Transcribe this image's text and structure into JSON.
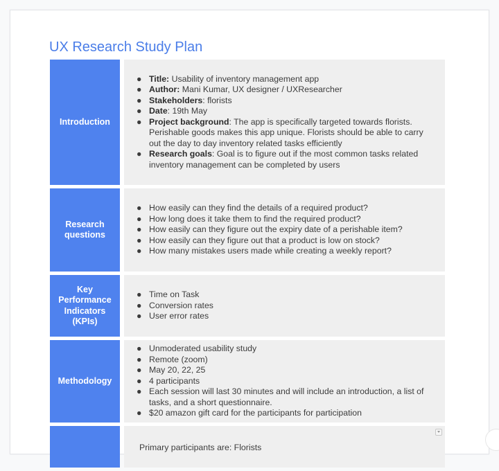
{
  "document": {
    "title": "UX Research Study Plan"
  },
  "sections": {
    "introduction": {
      "label": "Introduction",
      "items": [
        {
          "bold": "Title:",
          "text": " Usability of inventory management app"
        },
        {
          "bold": "Author:",
          "text": " Mani Kumar, UX designer / UXResearcher"
        },
        {
          "bold": "Stakeholders",
          "text": ": florists"
        },
        {
          "bold": "Date",
          "text": ": 19th May"
        },
        {
          "bold": "Project background",
          "text": ": The app is specifically targeted towards florists. Perishable goods makes this app unique. Florists should be able to carry out the day to day inventory related tasks efficiently"
        },
        {
          "bold": "Research goals",
          "text": ": Goal is to figure out if the most common tasks related inventory management can be completed by users"
        }
      ]
    },
    "research_questions": {
      "label": "Research questions",
      "items": [
        "How easily can they find the details of a required product?",
        "How long does it take them to find the required product?",
        "How easily can they figure out the expiry date of a perishable item?",
        "How easily can they figure out that a product is low on stock?",
        "How many mistakes users made while creating a weekly report?"
      ]
    },
    "kpis": {
      "label": "Key Performance Indicators (KPIs)",
      "items": [
        "Time on Task",
        "Conversion rates",
        "User error rates"
      ]
    },
    "methodology": {
      "label": "Methodology",
      "items": [
        "Unmoderated usability study",
        "Remote (zoom)",
        "May 20, 22, 25",
        "4 participants",
        "Each session will last 30 minutes and will include an introduction, a list of tasks, and a short questionnaire.",
        "$20 amazon gift card for the participants for participation"
      ]
    },
    "participants": {
      "cut_text": "Primary participants are: Florists"
    }
  },
  "bullet_glyph": "●",
  "colors": {
    "title": "#4a7de8",
    "label_bg": "#4f82ee",
    "content_bg": "#efefef"
  },
  "icons": {
    "corner": "chevron-down-icon"
  }
}
